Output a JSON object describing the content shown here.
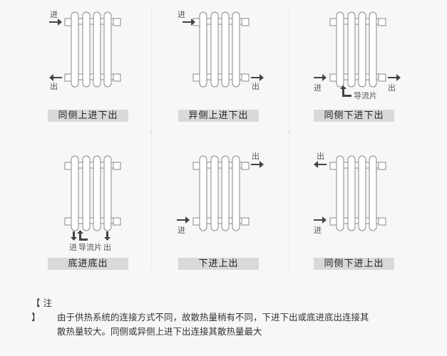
{
  "panels": [
    {
      "id": "p1",
      "caption": "同侧上进下出",
      "inlet": "进",
      "outlet": "出"
    },
    {
      "id": "p2",
      "caption": "异侧上进下出",
      "inlet": "进",
      "outlet": "出"
    },
    {
      "id": "p3",
      "caption": "同侧下进下出",
      "inlet": "进",
      "outlet": "出",
      "deflector": "导流片"
    },
    {
      "id": "p4",
      "caption": "底进底出",
      "inlet": "进",
      "outlet": "出",
      "deflector": "导流片"
    },
    {
      "id": "p5",
      "caption": "下进上出",
      "inlet": "进",
      "outlet": "出"
    },
    {
      "id": "p6",
      "caption": "同侧下进上出",
      "inlet": "进",
      "outlet": "出"
    }
  ],
  "note": {
    "prefix": "【 注 】",
    "line1": "由于供热系统的连接方式不同，故散热量稍有不同，下进下出或底进底出连接其",
    "line2": "散热量较大。同侧或异侧上进下出连接其散热量最大"
  },
  "colors": {
    "background": "#f7f7f7",
    "caption_bg": "#d9d9d9",
    "arrow": "#444444",
    "outline": "#888888"
  }
}
